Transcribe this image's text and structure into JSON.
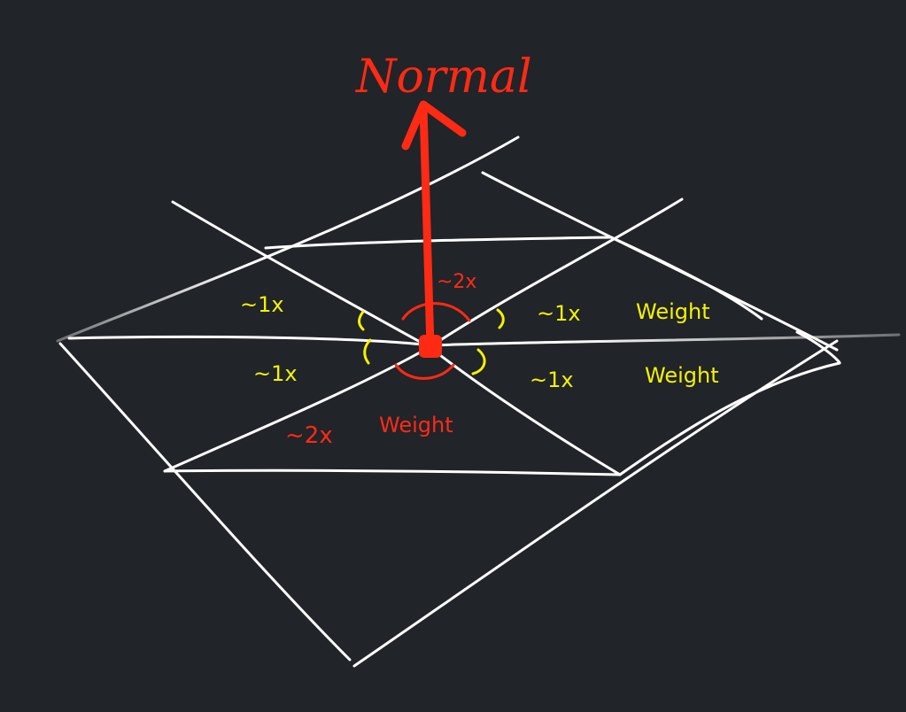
{
  "labels": {
    "normal": "Normal",
    "center_angle": "~2x",
    "top_left": "~1x",
    "mid_left": "~1x",
    "right_top_value": "~1x",
    "right_top_weight": "Weight",
    "right_bottom_value": "~1x",
    "right_bottom_weight": "Weight",
    "bottom_value": "~2x",
    "bottom_weight": "Weight"
  },
  "colors": {
    "background": "#212429",
    "mesh": "#ffffff",
    "normal_arrow": "#ff2a14",
    "angle_marks_yellow": "#f4f200",
    "angle_marks_red": "#ff2a14"
  }
}
